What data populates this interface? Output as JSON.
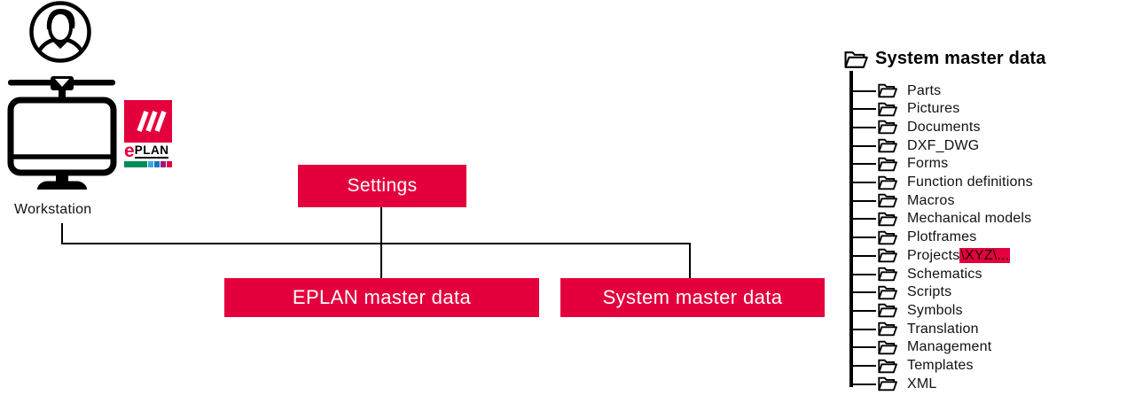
{
  "colors": {
    "accent_red": "#E4003C",
    "bar_green": "#008D58",
    "bar_lightblue": "#36A9E1",
    "bar_blue": "#1D71B8",
    "bar_purple": "#951B81",
    "bar_red": "#E4003C",
    "line_black": "#000000"
  },
  "logo": {
    "brand_e": "e",
    "brand_rest": "PLAN"
  },
  "diagram": {
    "workstation_label": "Workstation",
    "settings_box_label": "Settings",
    "eplan_master_box_label": "EPLAN master data",
    "system_master_box_label": "System master data"
  },
  "tree": {
    "title": "System master data",
    "items": [
      {
        "label": "Parts"
      },
      {
        "label": "Pictures"
      },
      {
        "label": "Documents"
      },
      {
        "label": "DXF_DWG"
      },
      {
        "label": "Forms"
      },
      {
        "label": "Function definitions"
      },
      {
        "label": "Macros"
      },
      {
        "label": "Mechanical models"
      },
      {
        "label": "Plotframes"
      },
      {
        "label": "Projects",
        "highlight": "\\XYZ\\..."
      },
      {
        "label": "Schematics"
      },
      {
        "label": "Scripts"
      },
      {
        "label": "Symbols"
      },
      {
        "label": "Translation"
      },
      {
        "label": "Management"
      },
      {
        "label": "Templates"
      },
      {
        "label": "XML"
      }
    ]
  }
}
